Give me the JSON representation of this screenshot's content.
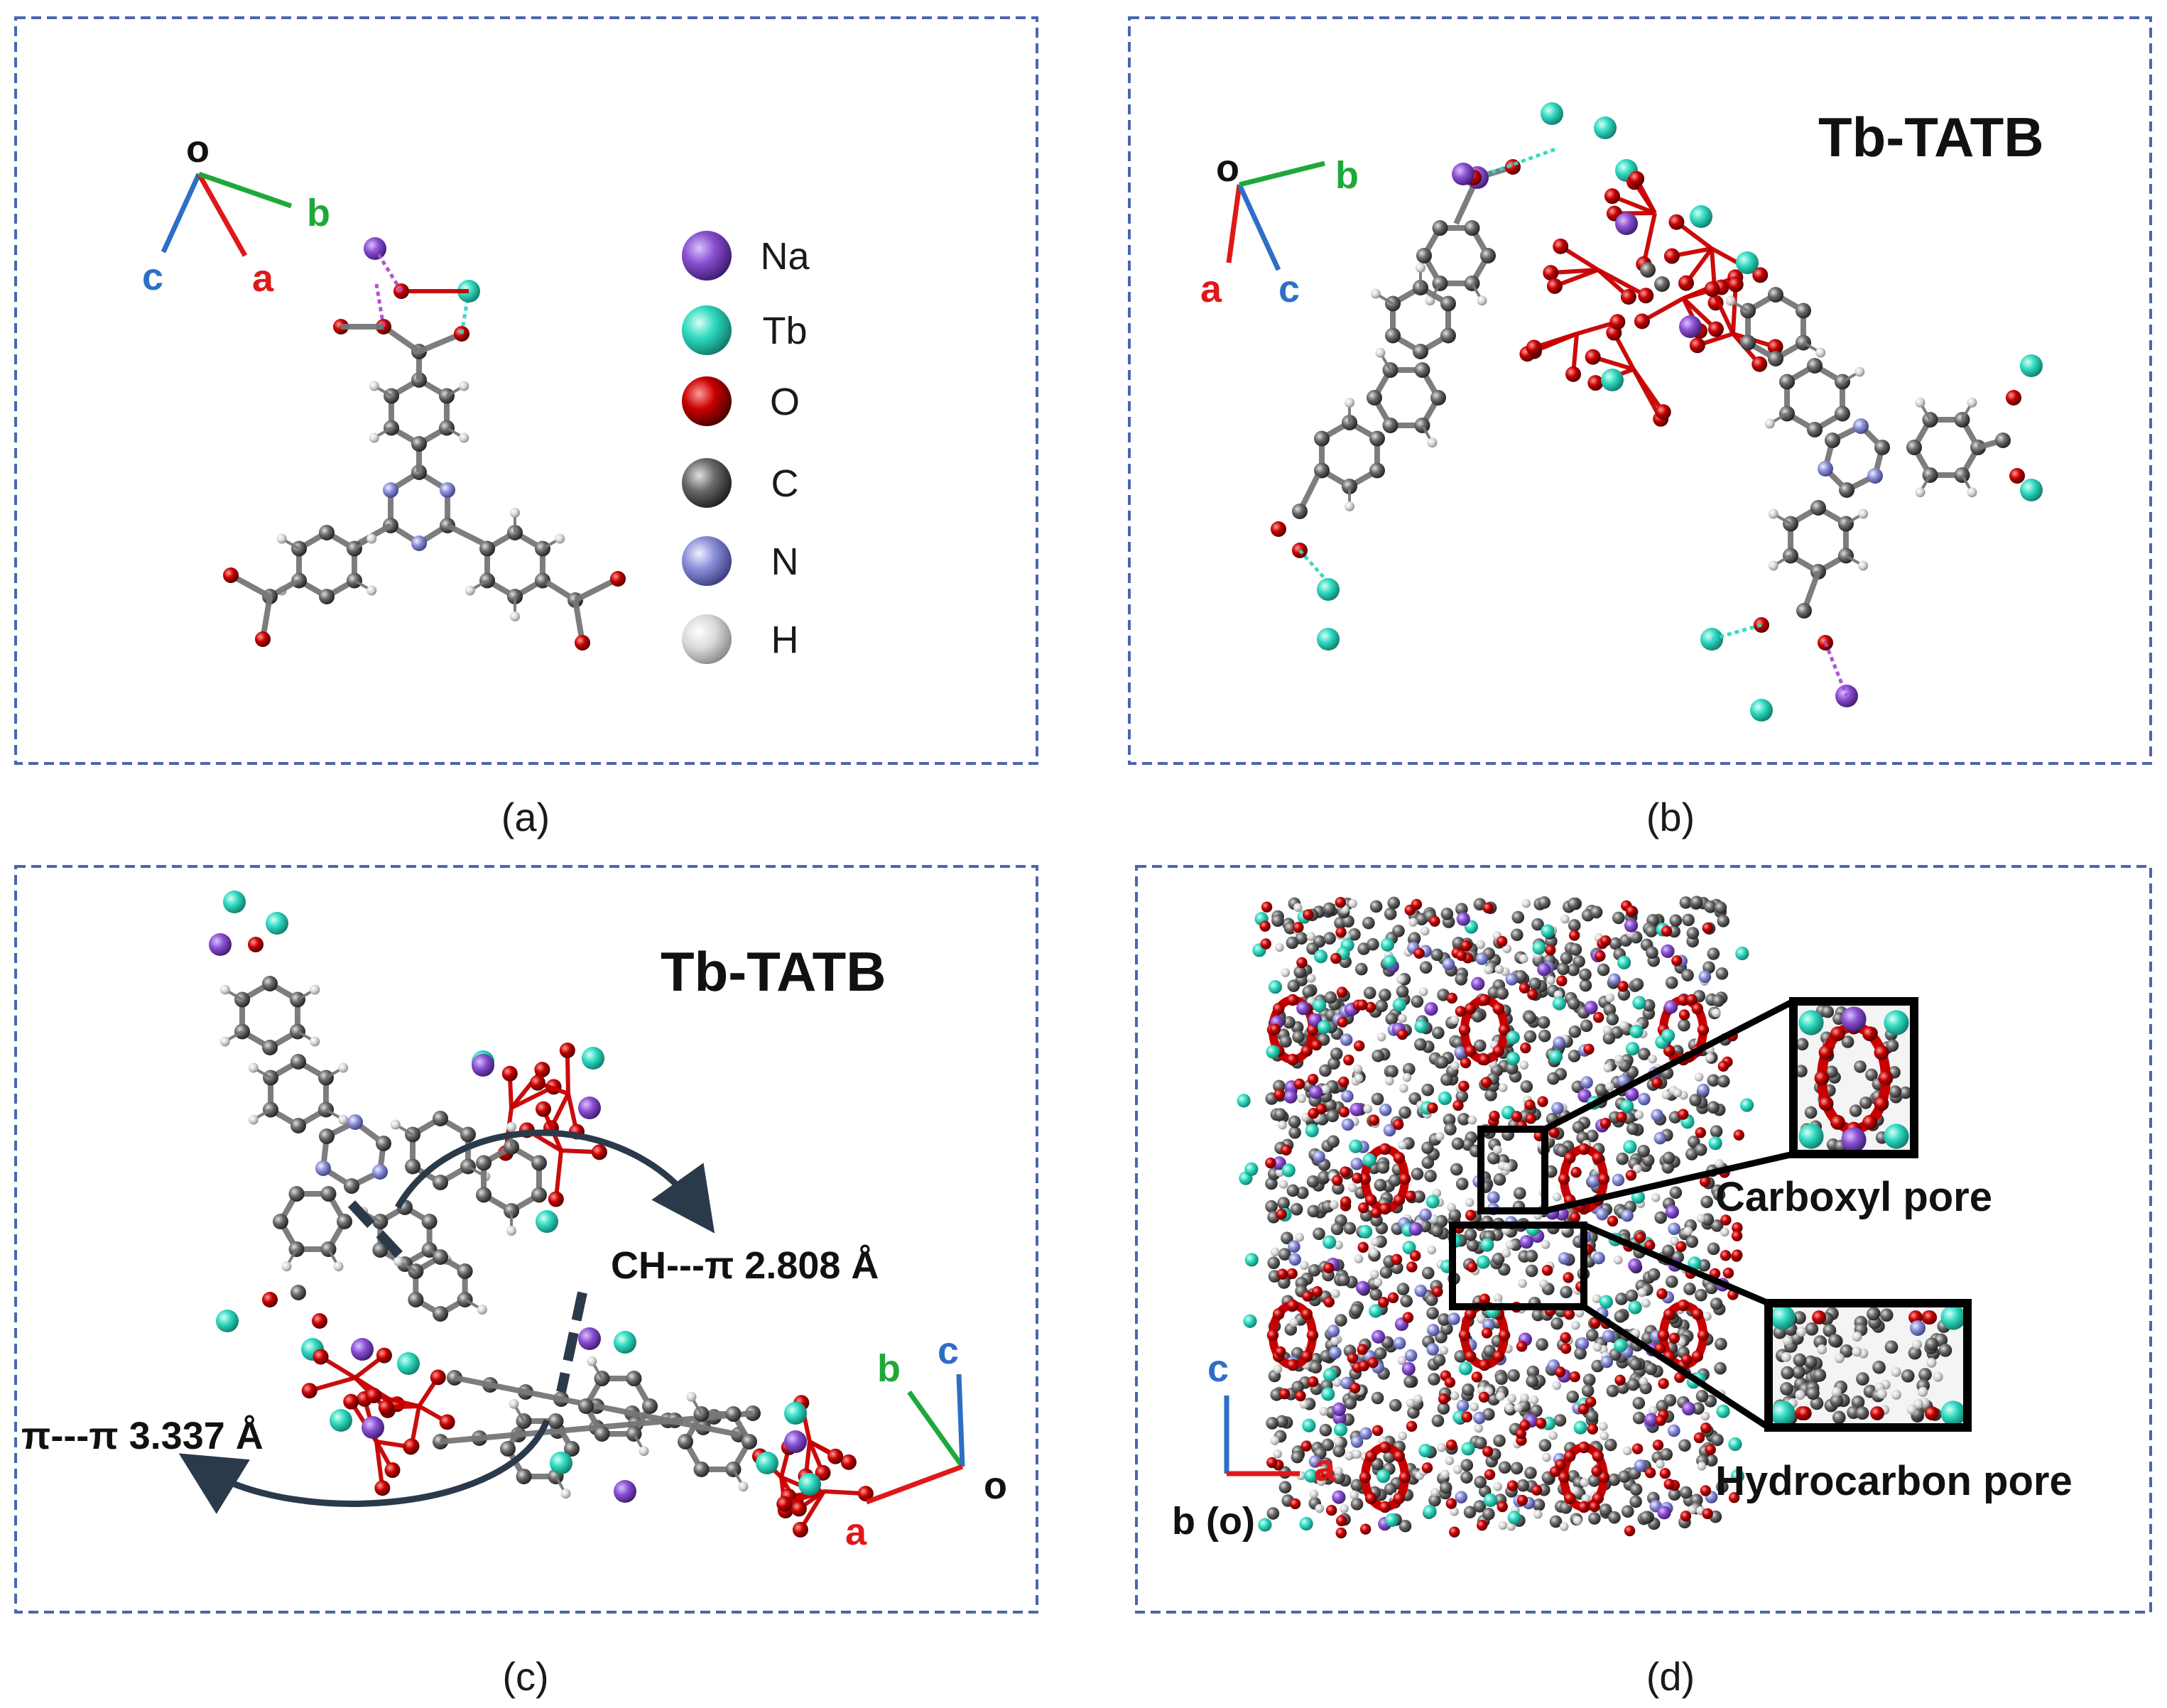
{
  "panels": {
    "a": {
      "caption": "(a)",
      "axes": {
        "o": "o",
        "a": "a",
        "b": "b",
        "c": "c"
      },
      "legend": [
        {
          "label": "Na",
          "color": "#8a4fd0"
        },
        {
          "label": "Tb",
          "color": "#2fd9c0"
        },
        {
          "label": "O",
          "color": "#c80000"
        },
        {
          "label": "C",
          "color": "#6a6a6a"
        },
        {
          "label": "N",
          "color": "#8a8fd8"
        },
        {
          "label": "H",
          "color": "#d8d8d8"
        }
      ]
    },
    "b": {
      "caption": "(b)",
      "title": "Tb-TATB",
      "axes": {
        "o": "o",
        "a": "a",
        "b": "b",
        "c": "c"
      }
    },
    "c": {
      "caption": "(c)",
      "title": "Tb-TATB",
      "ch_pi": "CH---π  2.808 Å",
      "pi_pi": "π---π  3.337 Å",
      "axes": {
        "o": "o",
        "a": "a",
        "b": "b",
        "c": "c"
      }
    },
    "d": {
      "caption": "(d)",
      "carboxyl_pore": "Carboxyl pore",
      "hydrocarbon_pore": "Hydrocarbon pore",
      "axes": {
        "c": "c",
        "a": "a",
        "b_o": "b (o)"
      }
    }
  },
  "colors": {
    "frame": "#4a66b0",
    "axis_a": "#e01818",
    "axis_b": "#1fa83a",
    "axis_c": "#2d6fc6",
    "oxygen": "#c80000",
    "carbon": "#6a6a6a",
    "terbium": "#2fd9c0",
    "sodium": "#8a4fd0",
    "nitrogen": "#8a8fd8",
    "hydrogen": "#d8d8d8"
  }
}
